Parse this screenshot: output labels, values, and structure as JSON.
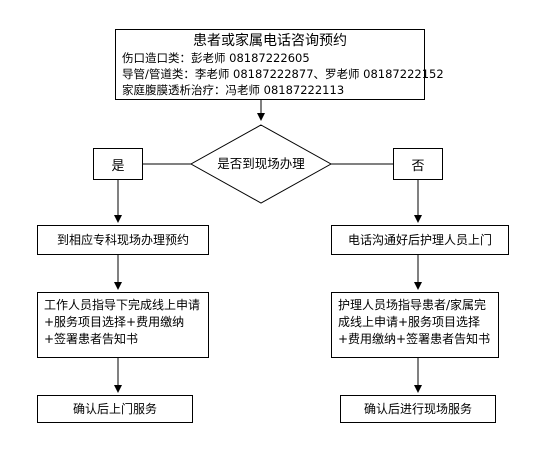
{
  "top": {
    "title": "患者或家属电话咨询预约",
    "lines": [
      "伤口造口类：彭老师 08187222605",
      "导管/管道类：李老师 08187222877、罗老师 08187222152",
      "家庭腹膜透析治疗：冯老师 08187222113"
    ]
  },
  "decision": {
    "label": "是否到现场办理"
  },
  "yes": {
    "label": "是"
  },
  "no": {
    "label": "否"
  },
  "left": {
    "step1": "到相应专科现场办理预约",
    "step2": "工作人员指导下完成线上申请+服务项目选择+费用缴纳+签署患者告知书",
    "step3": "确认后上门服务"
  },
  "right": {
    "step1": "电话沟通好后护理人员上门",
    "step2": "护理人员场指导患者/家属完成线上申请+服务项目选择+费用缴纳+签署患者告知书",
    "step3": "确认后进行现场服务"
  }
}
